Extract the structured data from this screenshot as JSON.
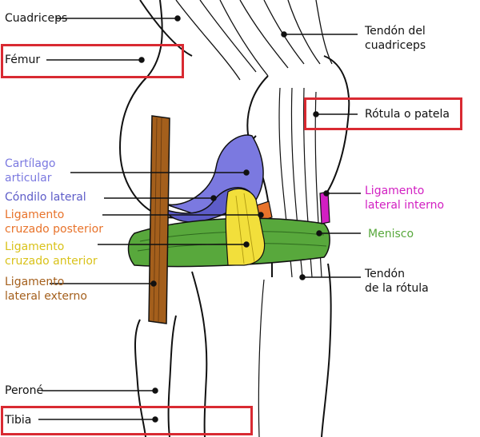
{
  "colors": {
    "cartilage": "#7b79e0",
    "condyle": "#5d5cc8",
    "acl_pcl_posterior": "#e8732b",
    "acl_anterior": "#f2df3b",
    "lateral_external": "#a45f1c",
    "meniscus": "#58a83c",
    "lateral_internal": "#d21fc2",
    "highlight_box": "#d92a32",
    "ink": "#111111"
  },
  "labels": {
    "cuadriceps": "Cuadriceps",
    "femur": "Fémur",
    "tendon_cuadriceps": "Tendón del\ncuadriceps",
    "rotula": "Rótula o patela",
    "cartilago": "Cartílago\narticular",
    "condilo": "Cóndilo lateral",
    "lig_cruzado_posterior": "Ligamento\ncruzado posterior",
    "lig_cruzado_anterior": "Ligamento\ncruzado anterior",
    "lig_lateral_externo": "Ligamento\nlateral externo",
    "lig_lateral_interno": "Ligamento\nlateral interno",
    "menisco": "Menisco",
    "tendon_rotula": "Tendón\nde la rótula",
    "perone": "Peroné",
    "tibia": "Tibia"
  },
  "highlighted": [
    "femur",
    "rotula",
    "tibia"
  ]
}
